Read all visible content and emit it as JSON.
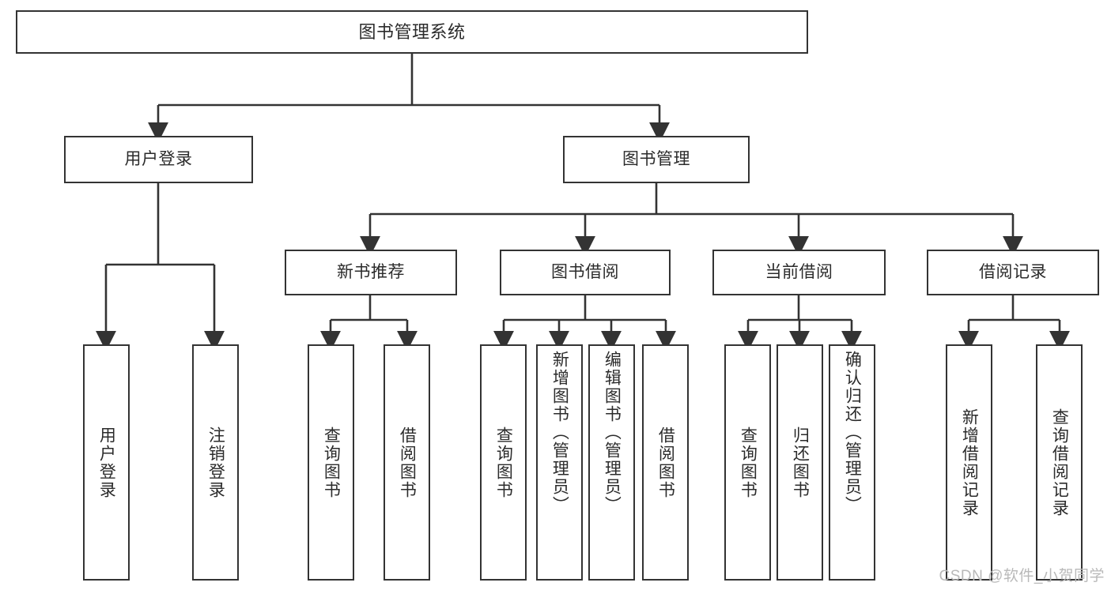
{
  "diagram": {
    "title": "图书管理系统",
    "type": "tree-hierarchy-chart",
    "watermark": "CSDN @软件_小贺同学",
    "colors": {
      "background": "#ffffff",
      "box_border": "#333333",
      "edge": "#333333",
      "text": "#2b2b2b",
      "watermark": "#b9b9b9"
    },
    "levels": {
      "root": "图书管理系统",
      "level2": [
        "用户登录",
        "图书管理"
      ],
      "level3": [
        "新书推荐",
        "图书借阅",
        "当前借阅",
        "借阅记录"
      ]
    },
    "nodes": {
      "root": {
        "label": "图书管理系统"
      },
      "user_login": {
        "label": "用户登录"
      },
      "book_manage": {
        "label": "图书管理"
      },
      "new_book_rec": {
        "label": "新书推荐"
      },
      "book_borrow": {
        "label": "图书借阅"
      },
      "current_borrow": {
        "label": "当前借阅"
      },
      "borrow_record": {
        "label": "借阅记录"
      },
      "leaf_user_login": {
        "label": "用户登录"
      },
      "leaf_logout": {
        "label": "注销登录"
      },
      "leaf_query_book_a": {
        "label": "查询图书"
      },
      "leaf_borrow_book_a": {
        "label": "借阅图书"
      },
      "leaf_query_book_b": {
        "label": "查询图书"
      },
      "leaf_add_book": {
        "label": "新增图书（管理员）"
      },
      "leaf_edit_book": {
        "label": "编辑图书（管理员）"
      },
      "leaf_borrow_book_b": {
        "label": "借阅图书"
      },
      "leaf_query_book_c": {
        "label": "查询图书"
      },
      "leaf_return_book": {
        "label": "归还图书"
      },
      "leaf_confirm_return": {
        "label": "确认归还（管理员）"
      },
      "leaf_add_record": {
        "label": "新增借阅记录"
      },
      "leaf_query_record": {
        "label": "查询借阅记录"
      }
    }
  }
}
